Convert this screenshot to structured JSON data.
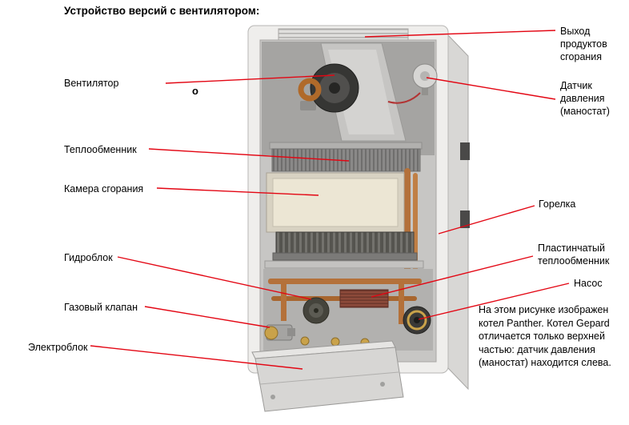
{
  "title": "Устройство версий с вентилятором:",
  "marker": "о",
  "labels": {
    "fan": "Вентилятор",
    "heat_exchanger": "Теплообменник",
    "combustion_chamber": "Камера сгорания",
    "hydro_block": "Гидроблок",
    "gas_valve": "Газовый клапан",
    "electric_block": "Электроблок",
    "exhaust_outlet": "Выход продуктов сгорания",
    "pressure_sensor": "Датчик давления (маностат)",
    "burner": "Горелка",
    "plate_heat_exchanger": "Пластинчатый теплообменник",
    "pump": "Насос"
  },
  "note": "На этом рисунке изображен котел Panther.  Котел Gepard отличается только верхней частью: датчик давления (маностат) находится слева.",
  "illustration": {
    "subject": "cutaway-of-wall-hung-gas-boiler",
    "colors": {
      "leader_line": "#e30613",
      "casing": "#efeeec",
      "copper_pipe": "#b4713a",
      "combustion_panel": "#ece6d4"
    }
  }
}
